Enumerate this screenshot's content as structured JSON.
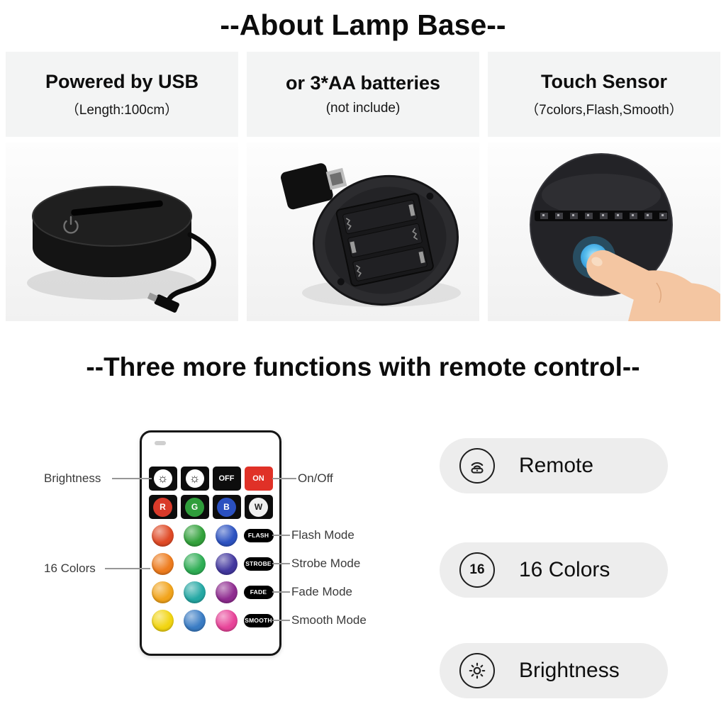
{
  "page": {
    "title": "--About Lamp Base--",
    "section_title": "--Three more functions with remote control--"
  },
  "panels": [
    {
      "title": "Powered by USB",
      "subtitle": "（Length:100cm）"
    },
    {
      "title": "or 3*AA batteries",
      "subtitle": "(not include)"
    },
    {
      "title": "Touch Sensor",
      "subtitle": "（7colors,Flash,Smooth）"
    }
  ],
  "remote": {
    "callouts": {
      "brightness": "Brightness",
      "on_off": "On/Off",
      "flash": "Flash Mode",
      "strobe": "Strobe Mode",
      "fade": "Fade Mode",
      "smooth": "Smooth Mode",
      "colors16": "16 Colors"
    },
    "buttons": {
      "brightness_icon": "☼",
      "off": "OFF",
      "on": "ON",
      "on_color": "#e03127",
      "off_color": "#0d0d0d"
    },
    "rgbw": [
      {
        "label": "R",
        "color": "#d93a2a",
        "text": "#ffffff"
      },
      {
        "label": "G",
        "color": "#2f9e3b",
        "text": "#ffffff"
      },
      {
        "label": "B",
        "color": "#2a50c0",
        "text": "#ffffff"
      },
      {
        "label": "W",
        "color": "#f1f1f1",
        "text": "#222222"
      }
    ],
    "color_rows": [
      {
        "colors": [
          "#e04a26",
          "#33a23c",
          "#2d53c2"
        ],
        "mode": "FLASH"
      },
      {
        "colors": [
          "#ee7c1e",
          "#2fae55",
          "#43389f"
        ],
        "mode": "STROBE"
      },
      {
        "colors": [
          "#f2a41c",
          "#25a8a4",
          "#8f2c90"
        ],
        "mode": "FADE"
      },
      {
        "colors": [
          "#f2d512",
          "#3a7cc4",
          "#e84499"
        ],
        "mode": "SMOOTH"
      }
    ]
  },
  "features": [
    {
      "icon": "remote-icon",
      "label": "Remote"
    },
    {
      "icon": "16-colors-icon",
      "icon_text": "16",
      "label": "16 Colors"
    },
    {
      "icon": "brightness-icon",
      "label": "Brightness"
    }
  ]
}
